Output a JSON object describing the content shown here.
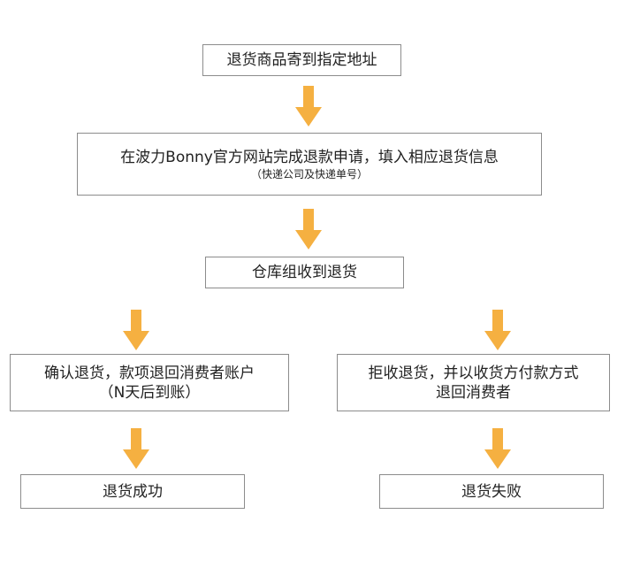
{
  "steps": {
    "step1": "退货商品寄到指定地址",
    "step2": {
      "line1": "在波力Bonny官方网站完成退款申请，填入相应退货信息",
      "line2": "（快递公司及快递单号）"
    },
    "step3": "仓库组收到退货",
    "left": {
      "line1": "确认退货，款项退回消费者账户",
      "line2": "（N天后到账）",
      "result": "退货成功"
    },
    "right": {
      "line1": "拒收退货，并以收货方付款方式",
      "line2": "退回消费者",
      "result": "退货失败"
    }
  },
  "colors": {
    "arrow": "#f5b041",
    "border": "#8c8c8c"
  }
}
